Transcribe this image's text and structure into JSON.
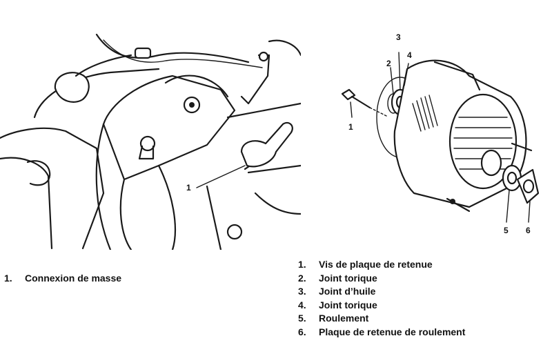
{
  "left_figure": {
    "callouts": [
      {
        "num": "1"
      }
    ],
    "legend": [
      {
        "num": "1.",
        "text": "Connexion de masse"
      }
    ]
  },
  "right_figure": {
    "callouts": [
      {
        "num": "1"
      },
      {
        "num": "2"
      },
      {
        "num": "3"
      },
      {
        "num": "4"
      },
      {
        "num": "5"
      },
      {
        "num": "6"
      }
    ],
    "legend": [
      {
        "num": "1.",
        "text": "Vis de plaque de retenue"
      },
      {
        "num": "2.",
        "text": "Joint torique"
      },
      {
        "num": "3.",
        "text": "Joint d’huile"
      },
      {
        "num": "4.",
        "text": "Joint torique"
      },
      {
        "num": "5.",
        "text": "Roulement"
      },
      {
        "num": "6.",
        "text": "Plaque de retenue de roulement"
      }
    ]
  }
}
